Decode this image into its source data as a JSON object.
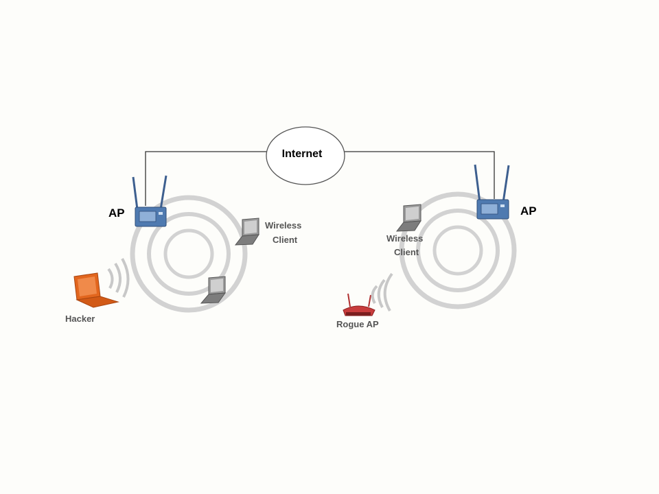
{
  "cloud_label": "Internet",
  "left_ap_label": "AP",
  "right_ap_label": "AP",
  "left_client_label": [
    "Wireless",
    "Client"
  ],
  "right_client_label": [
    "Wireless",
    "Client"
  ],
  "hacker_label": "Hacker",
  "rogue_label": "Rogue AP",
  "colors": {
    "background": "#fdfdfa",
    "ap_body": "#4f7ab0",
    "hacker_laptop": "#e2661e",
    "rogue_ap": "#c83c3c",
    "laptop_gray": "#8a8a8a",
    "ring": "#d8d8d8"
  },
  "icons": [
    "access-point-icon",
    "laptop-icon",
    "hacker-laptop-icon",
    "rogue-router-icon",
    "signal-waves-icon",
    "internet-cloud-icon"
  ]
}
